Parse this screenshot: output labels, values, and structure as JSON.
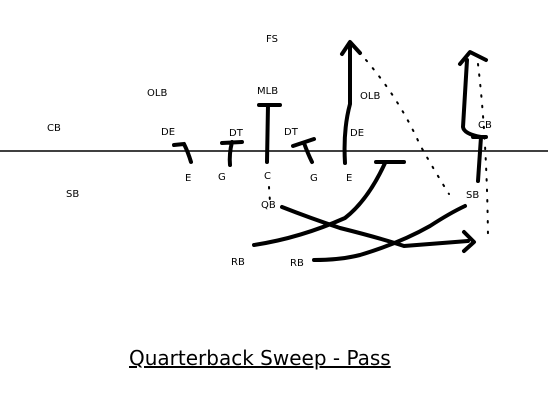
{
  "title": "Quarterback Sweep - Pass",
  "defense": {
    "fs": "FS",
    "mlb": "MLB",
    "olb_left": "OLB",
    "olb_right": "OLB",
    "cb_left": "CB",
    "cb_right": "CB",
    "de_left": "DE",
    "de_right": "DE",
    "dt_left": "DT",
    "dt_right": "DT",
    "sb_left": "SB",
    "sb_right": "SB"
  },
  "offense": {
    "e_left": "E",
    "g_left": "G",
    "c": "C",
    "g_right": "G",
    "e_right": "E",
    "qb": "QB",
    "rb_left": "RB",
    "rb_right": "RB"
  },
  "colors": {
    "ink": "#000000",
    "background": "#ffffff"
  }
}
